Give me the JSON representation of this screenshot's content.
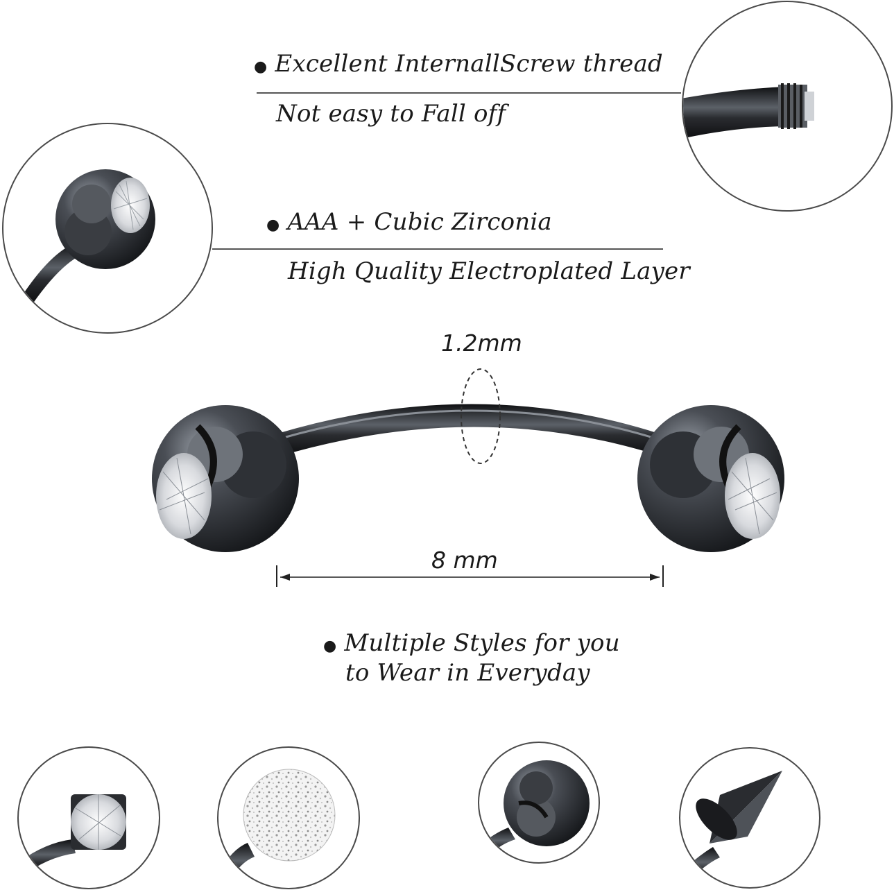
{
  "features": {
    "thread_title": "Excellent InternallScrew thread",
    "thread_sub": "Not easy to Fall off",
    "zirconia_title": "AAA + Cubic Zirconia",
    "zirconia_sub": "High Quality Electroplated Layer",
    "styles_line1": "Multiple Styles for you",
    "styles_line2": "to Wear in Everyday"
  },
  "dimensions": {
    "thickness": "1.2mm",
    "length": "8 mm"
  },
  "colors": {
    "metal": "#2b2d31",
    "highlight": "#8a8f96",
    "circle_border": "#4a4a4a",
    "text": "#1a1a1a"
  },
  "detail_views": [
    "screw-thread-closeup",
    "zirconia-ball-closeup"
  ],
  "style_options": [
    "prong-set-crystal",
    "glitter-ball",
    "zirconia-ball",
    "spike"
  ]
}
